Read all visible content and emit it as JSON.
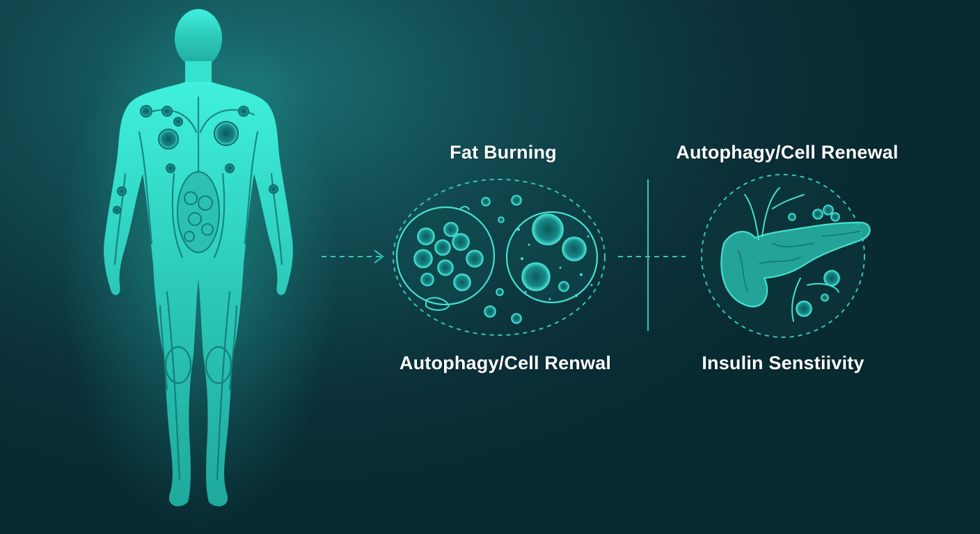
{
  "labels": {
    "top_left": "Fat Burning",
    "top_right": "Autophagy/Cell Renewal",
    "bottom_left": "Autophagy/Cell Renwal",
    "bottom_right": "Insulin Senstiivity"
  },
  "colors": {
    "body_fill": "#2cc8b8",
    "line": "#46e0cf",
    "text": "#ffffff"
  }
}
